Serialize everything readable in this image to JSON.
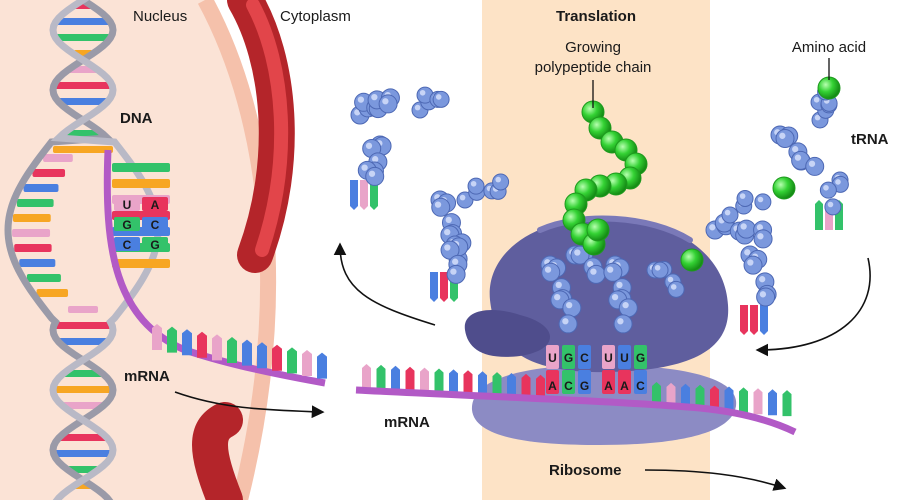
{
  "labels": {
    "nucleus": "Nucleus",
    "cytoplasm": "Cytoplasm",
    "translation": "Translation",
    "growing_line1": "Growing",
    "growing_line2": "polypeptide chain",
    "amino_acid": "Amino acid",
    "dna": "DNA",
    "trna": "tRNA",
    "mrna_left": "mRNA",
    "mrna_center": "mRNA",
    "ribosome": "Ribosome"
  },
  "dna_bases": {
    "pairs": [
      [
        "U",
        "A"
      ],
      [
        "G",
        "C"
      ],
      [
        "C",
        "G"
      ]
    ]
  },
  "codon_bases": {
    "anticodons": [
      "U",
      "G",
      "C",
      "U",
      "U",
      "G"
    ],
    "codons": [
      "A",
      "C",
      "G",
      "A",
      "A",
      "C"
    ]
  },
  "colors": {
    "nucleus_fill": "#fbe3d6",
    "membrane": "#f6c5b0",
    "translation_panel": "#fde3c6",
    "ribosome": "#5f5e9e",
    "mrna_backbone": "#b25ac6",
    "trna": "#7b98dd",
    "amino_acid": "#34d234",
    "dna_backbone": "#9a9aa8"
  }
}
